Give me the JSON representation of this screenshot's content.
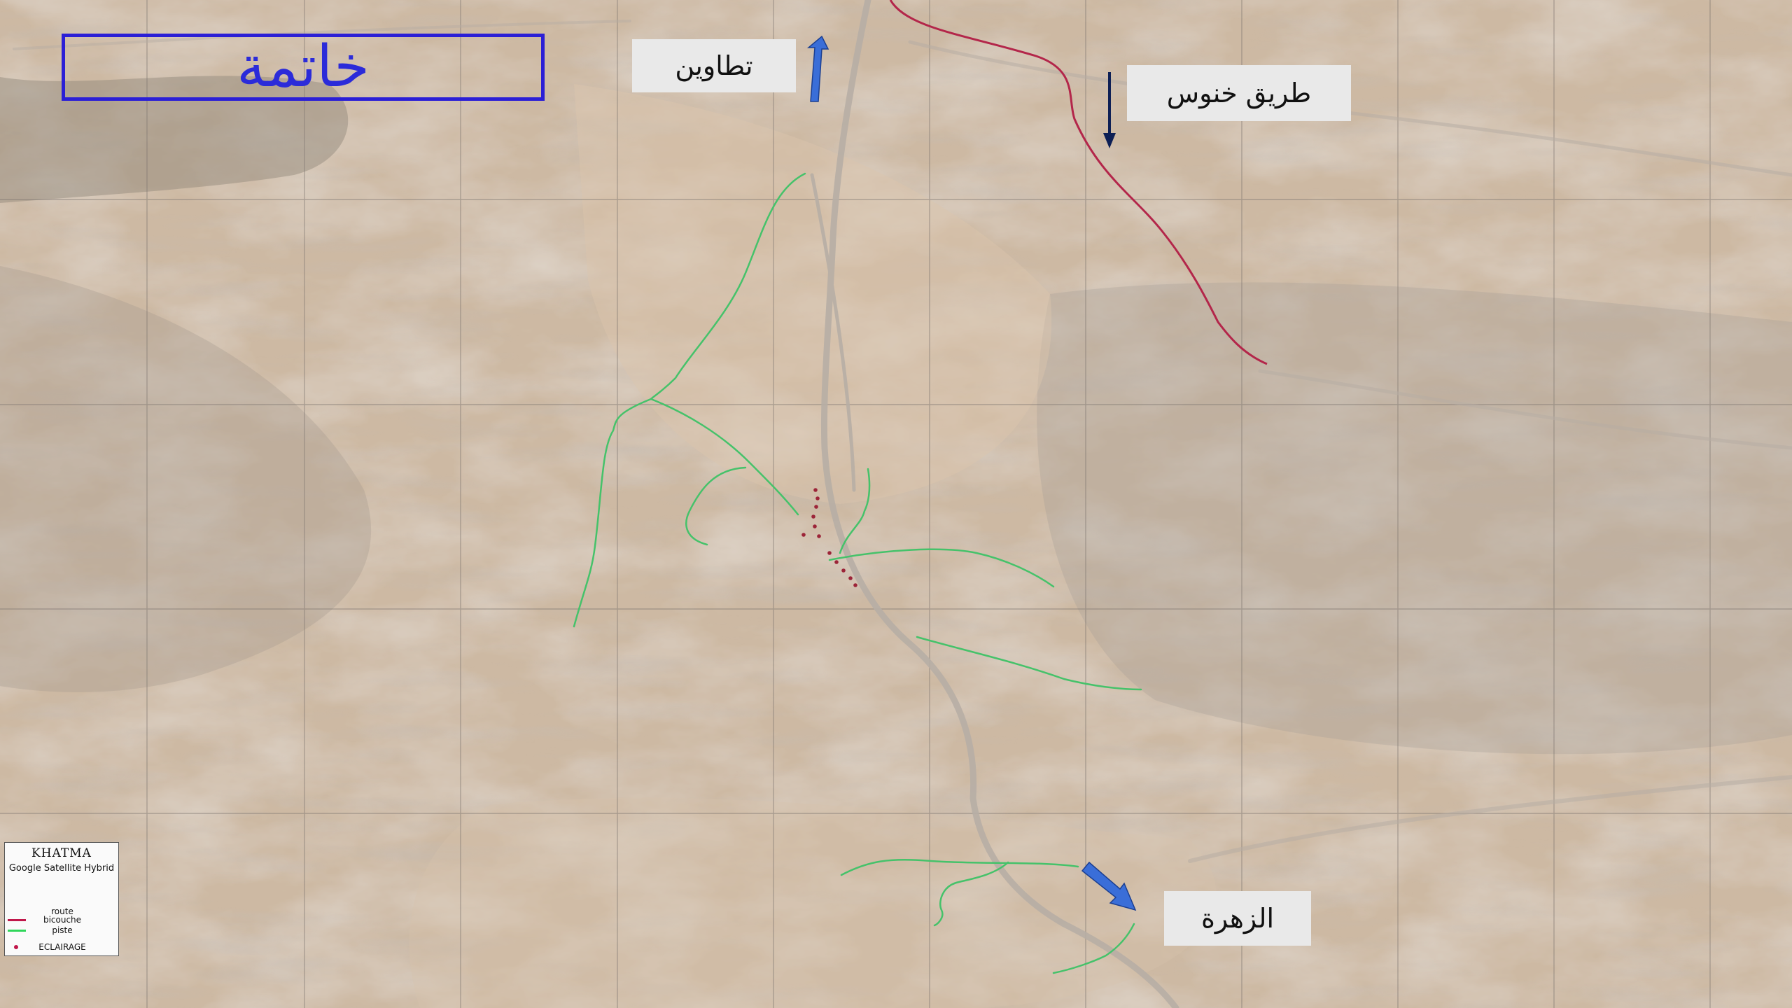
{
  "title": "خاتمة",
  "place_labels": {
    "tetouan": "تطاوين",
    "route_khnous": "طريق خنوس",
    "zahra": "الزهرة"
  },
  "legend": {
    "title": "KHATMA",
    "subtitle": "Google Satellite Hybrid",
    "items": [
      {
        "label": "route",
        "color": "#c0174a"
      },
      {
        "label": "bicouche",
        "color": "#c0174a"
      },
      {
        "label": "piste",
        "color": "#2fd65a"
      },
      {
        "label": "ECLAIRAGE",
        "color": "#c0174a"
      }
    ]
  },
  "colors": {
    "title_border": "#2b1fd6",
    "title_text": "#2b2bd9",
    "route": "#b3264a",
    "piste": "#45c26a",
    "arrow_blue": "#3a6ed8",
    "arrow_navy": "#0d1f55"
  },
  "icons": {
    "up_arrow": "arrow-up-icon",
    "down_arrow": "arrow-down-icon",
    "diagonal_arrow": "arrow-down-right-icon"
  }
}
